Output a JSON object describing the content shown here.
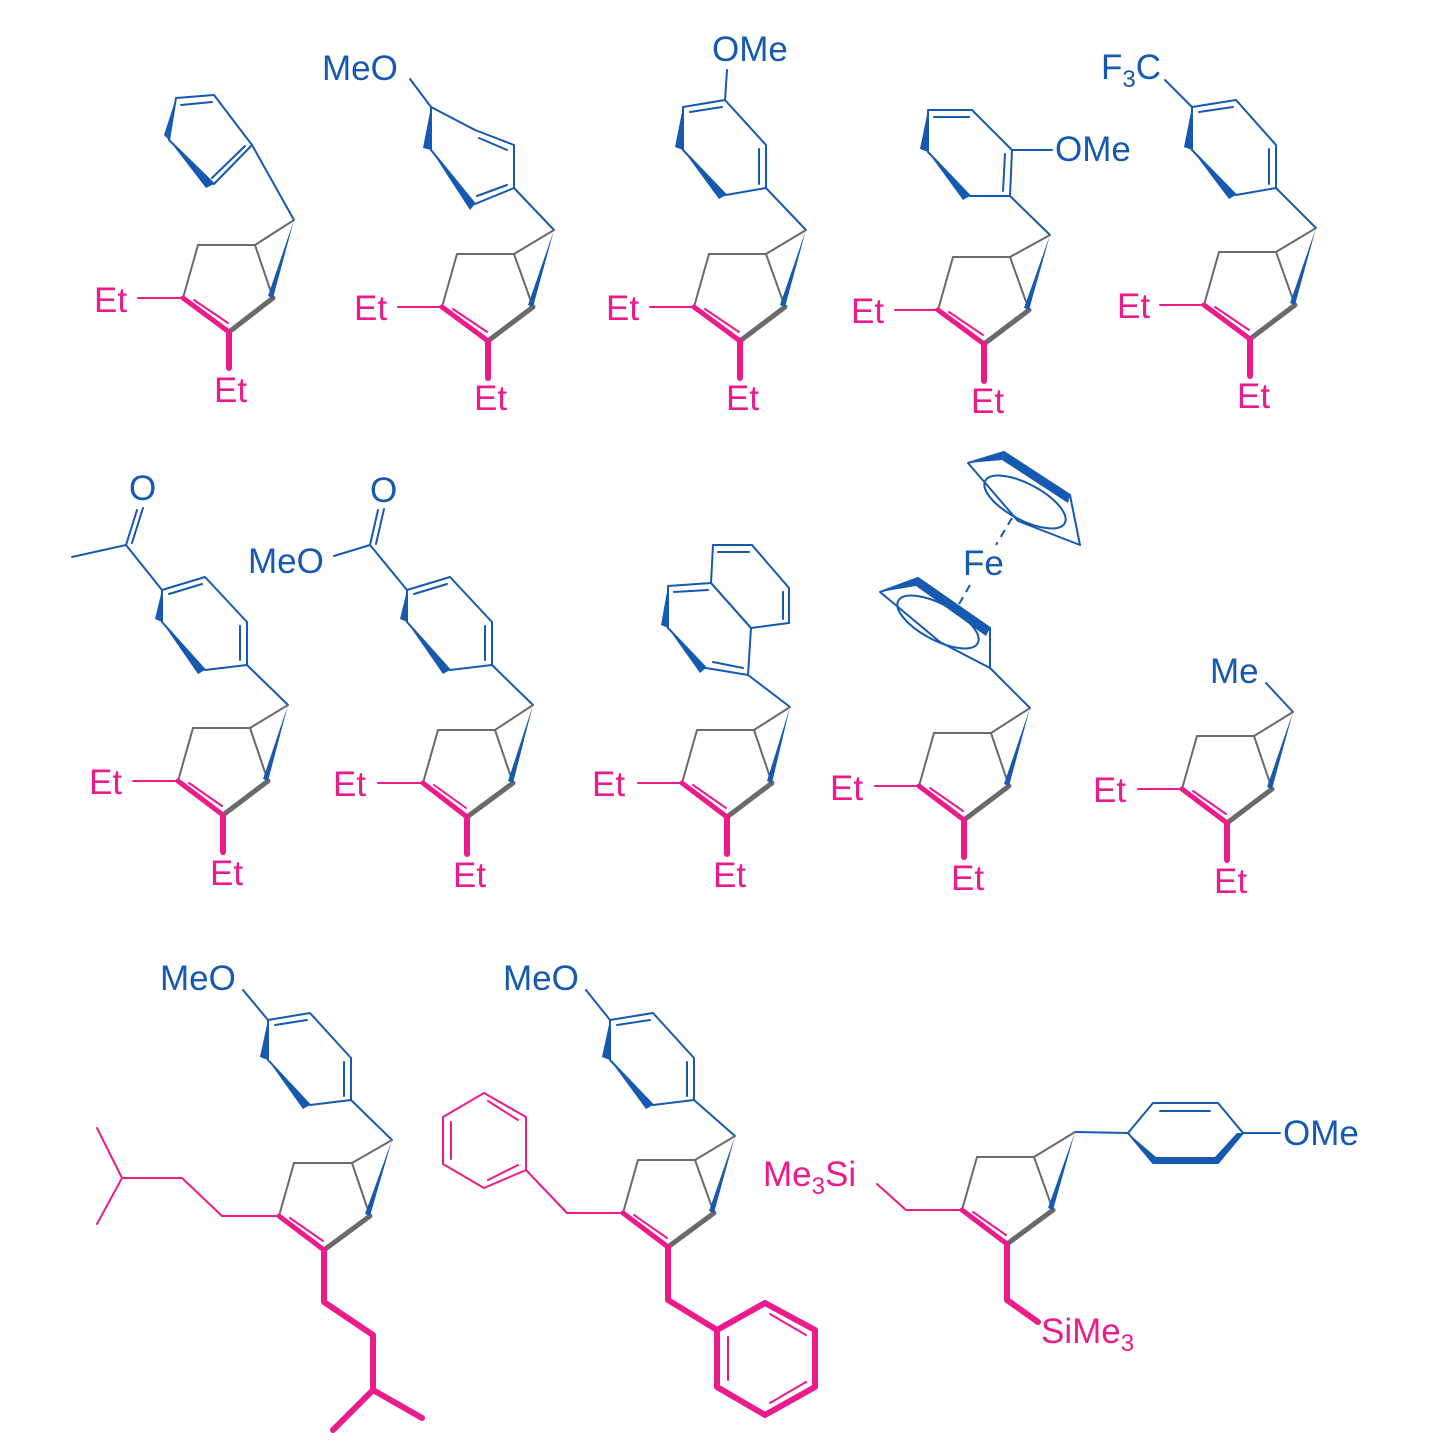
{
  "colors": {
    "scaffold_blue": "#1559b0",
    "substituent_magenta": "#ec1b8b",
    "core_gray": "#6a6a6a"
  },
  "labels": {
    "et": "Et",
    "meo": "MeO",
    "ome": "OMe",
    "f3c": {
      "f": "F",
      "sub": "3",
      "c": "C"
    },
    "o": "O",
    "fe": "Fe",
    "me": "Me",
    "me3si": {
      "me": "Me",
      "sub": "3",
      "si": "Si"
    },
    "sime3": {
      "sime": "SiMe",
      "sub": "3"
    }
  },
  "compounds": [
    {
      "aryl": "phenyl",
      "r": "Et"
    },
    {
      "aryl": "4-methoxyphenyl",
      "r": "Et"
    },
    {
      "aryl": "3-methoxyphenyl",
      "r": "Et"
    },
    {
      "aryl": "2-methoxyphenyl",
      "r": "Et"
    },
    {
      "aryl": "4-(trifluoromethyl)phenyl",
      "r": "Et"
    },
    {
      "aryl": "4-acetylphenyl",
      "r": "Et"
    },
    {
      "aryl": "4-(methoxycarbonyl)phenyl",
      "r": "Et"
    },
    {
      "aryl": "1-naphthyl",
      "r": "Et"
    },
    {
      "aryl": "ferrocenyl",
      "r": "Et"
    },
    {
      "aryl": "methyl",
      "r": "Et"
    },
    {
      "aryl": "4-methoxyphenyl",
      "r": "isopentyl"
    },
    {
      "aryl": "4-methoxyphenyl",
      "r": "benzyl"
    },
    {
      "aryl": "4-methoxyphenyl",
      "r": "trimethylsilylmethyl"
    }
  ]
}
